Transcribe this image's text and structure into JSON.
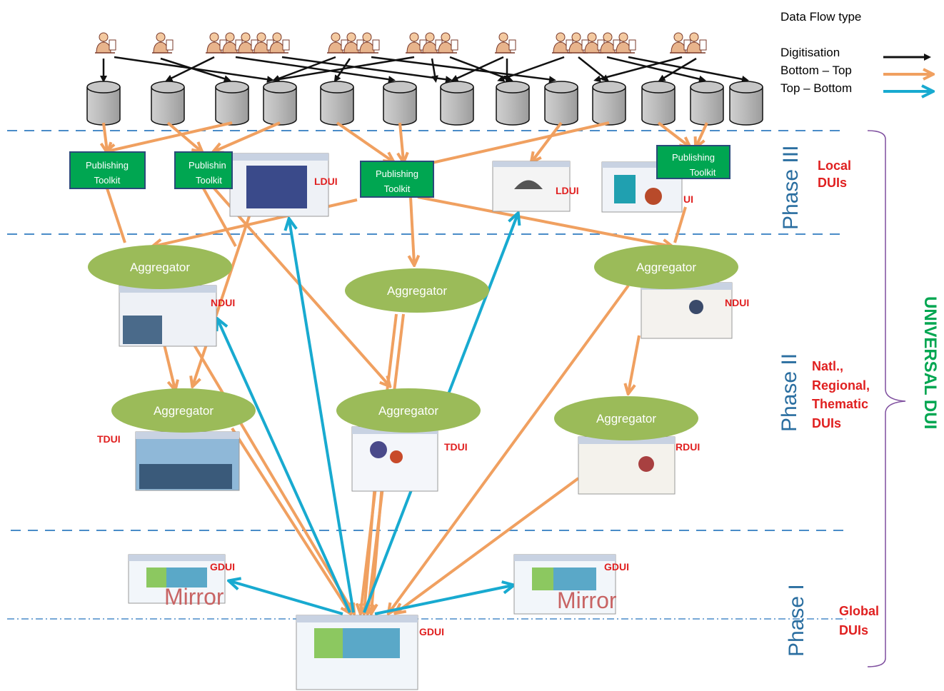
{
  "legend": {
    "title": "Data Flow type",
    "items": [
      {
        "label": "Digitisation",
        "color": "#111111"
      },
      {
        "label": "Bottom – Top",
        "color": "#f0a060"
      },
      {
        "label": "Top – Bottom",
        "color": "#18aad0"
      }
    ]
  },
  "phases": {
    "phase3": "Phase III",
    "phase2": "Phase II",
    "phase1": "Phase I"
  },
  "phase_descriptions": {
    "local": [
      "Local",
      "DUIs"
    ],
    "national": [
      "Natl.,",
      "Regional,",
      "Thematic",
      "DUIs"
    ],
    "global": [
      "Global",
      "DUIs"
    ]
  },
  "universal_label": "UNIVERSAL DUI",
  "toolkits": [
    [
      "Publishing",
      "Toolkit"
    ],
    [
      "Publishin",
      "Toolkit"
    ],
    [
      "Publishing",
      "Toolkit"
    ],
    [
      "Publishing",
      "Toolkit"
    ]
  ],
  "aggregator_label": "Aggregator",
  "dui_labels": {
    "ldui_1": "LDUI",
    "ldui_2": "LDUI",
    "ndui_partial": "UI",
    "ndui_1": "NDUI",
    "ndui_2": "NDUI",
    "tdui_1": "TDUI",
    "tdui_2": "TDUI",
    "rdui": "RDUI",
    "gdui_left": "GDUI",
    "gdui_right": "GDUI",
    "gdui_main": "GDUI"
  },
  "mirror_label": "Mirror",
  "colors": {
    "digitisation": "#111111",
    "bottom_top": "#f0a060",
    "top_bottom": "#18aad0",
    "aggregator": "#9bbb59",
    "toolkit": "#00a651",
    "phase_text": "#2a6ea0",
    "dui_red": "#e02020",
    "universal": "#00a651",
    "bracket": "#7f4f9f",
    "divider": "#4a8cc8"
  },
  "icons": {
    "person": "person-at-computer-icon",
    "database": "database-cylinder-icon",
    "screenshot": "web-page-screenshot-icon"
  }
}
